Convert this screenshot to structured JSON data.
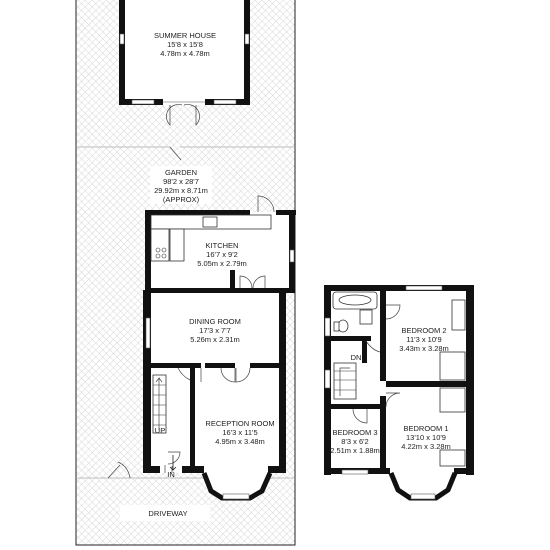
{
  "rooms": {
    "summer_house": {
      "name": "SUMMER HOUSE",
      "imperial": "15'8 x 15'8",
      "metric": "4.78m x 4.78m"
    },
    "garden": {
      "name": "GARDEN",
      "imperial": "98'2 x 28'7",
      "metric": "29.92m x 8.71m",
      "note": "(APPROX)"
    },
    "kitchen": {
      "name": "KITCHEN",
      "imperial": "16'7 x 9'2",
      "metric": "5.05m x 2.79m"
    },
    "dining": {
      "name": "DINING ROOM",
      "imperial": "17'3 x 7'7",
      "metric": "5.26m x 2.31m"
    },
    "reception": {
      "name": "RECEPTION ROOM",
      "imperial": "16'3 x 11'5",
      "metric": "4.95m x 3.48m"
    },
    "bedroom2": {
      "name": "BEDROOM 2",
      "imperial": "11'3 x 10'9",
      "metric": "3.43m x 3.28m"
    },
    "bedroom1": {
      "name": "BEDROOM 1",
      "imperial": "13'10 x 10'9",
      "metric": "4.22m x 3.28m"
    },
    "bedroom3": {
      "name": "BEDROOM 3",
      "imperial": "8'3 x 6'2",
      "metric": "2.51m x 1.88m"
    }
  },
  "labels": {
    "up": "UP",
    "dn": "DN",
    "in": "IN",
    "driveway": "DRIVEWAY"
  },
  "colors": {
    "wall": "#111111",
    "hatch": "#b5b5b5",
    "background": "#ffffff"
  }
}
